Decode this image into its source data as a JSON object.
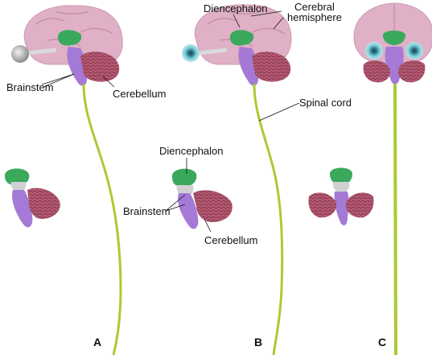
{
  "panels": [
    {
      "letter": "A",
      "labels": {
        "brainstem": "Brainstem",
        "cerebellum": "Cerebellum"
      }
    },
    {
      "letter": "B",
      "labels": {
        "diencephalon": "Diencephalon",
        "cerebral_hemisphere": "Cerebral\nhemisphere",
        "spinal_cord": "Spinal cord",
        "inset_diencephalon": "Diencephalon",
        "inset_brainstem": "Brainstem",
        "inset_cerebellum": "Cerebellum"
      }
    },
    {
      "letter": "C",
      "labels": {}
    }
  ],
  "colors": {
    "cerebrum": "#dca8c0",
    "diencephalon": "#3aa95c",
    "brainstem": "#a47ad6",
    "cerebellum": "#b45a72",
    "spinal_cord": "#a9cc32",
    "eye": "#58b7c7",
    "thalamus_gray": "#c9c9cc"
  }
}
